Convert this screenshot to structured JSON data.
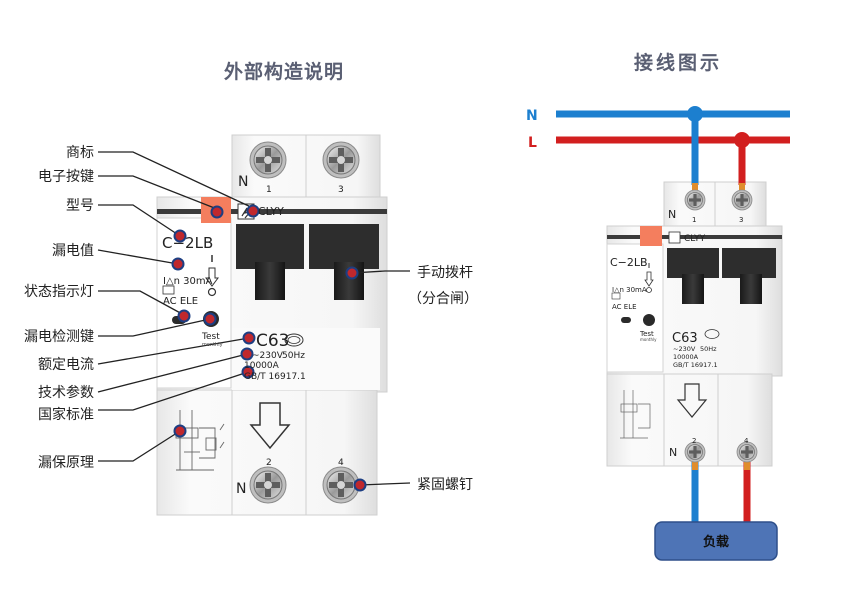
{
  "titles": {
    "structure": "外部构造说明",
    "wiring": "接线图示"
  },
  "left_labels": [
    "商标",
    "电子按键",
    "型号",
    "漏电值",
    "状态指示灯",
    "漏电检测键",
    "额定电流",
    "技术参数",
    "国家标准",
    "漏保原理"
  ],
  "right_labels": {
    "handle": "手动拨杆",
    "handle_note": "（分合闸）",
    "screw": "紧固螺钉"
  },
  "device": {
    "brand": "CLYY",
    "model": "C−2LB",
    "leak_value": "I△n 30mA",
    "leak_type": "AC ELE",
    "test_label": "Test",
    "test_sub": "monthly",
    "rating": "C63",
    "voltage": "~230V",
    "frequency": "50Hz",
    "breaking": "10000A",
    "standard": "GB/T 16917.1",
    "term_top_left": "1",
    "term_top_right": "3",
    "term_bottom_left": "2",
    "term_bottom_right": "4",
    "neutral_mark": "N",
    "small_leak_value": "I△n 30mA",
    "small_leak_type": "AC ELE",
    "small_voltage": "~230V",
    "small_frequency": "50Hz"
  },
  "wiring": {
    "neutral_label": "N",
    "live_label": "L",
    "load_label": "负载"
  },
  "colors": {
    "neutral_wire": "#1c7fcf",
    "live_wire": "#d21f1f",
    "load_box": "#4e74b6",
    "marker": "#c0282d",
    "title": "#5a5f73",
    "button": "#f47e5e"
  }
}
